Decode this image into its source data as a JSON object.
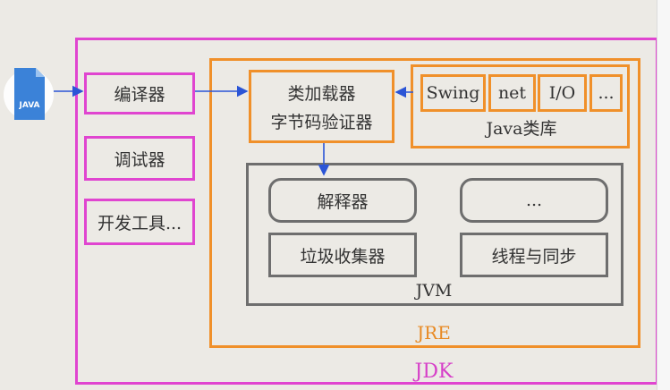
{
  "diagram": {
    "jdk_label": "JDK",
    "jre_label": "JRE",
    "jvm_label": "JVM",
    "java_file_label": "JAVA",
    "tools": [
      "编译器",
      "调试器",
      "开发工具..."
    ],
    "classloader": [
      "类加载器",
      "字节码验证器"
    ],
    "library_items": [
      "Swing",
      "net",
      "I/O",
      "..."
    ],
    "library_label": "Java类库",
    "jvm_components": [
      "解释器",
      "...",
      "垃圾收集器",
      "线程与同步"
    ]
  },
  "colors": {
    "jdk": "#e045d0",
    "jre": "#f0902a",
    "jvm": "#6e6e6e",
    "arrow": "#2b55d6",
    "file_icon": "#3b82d8"
  }
}
